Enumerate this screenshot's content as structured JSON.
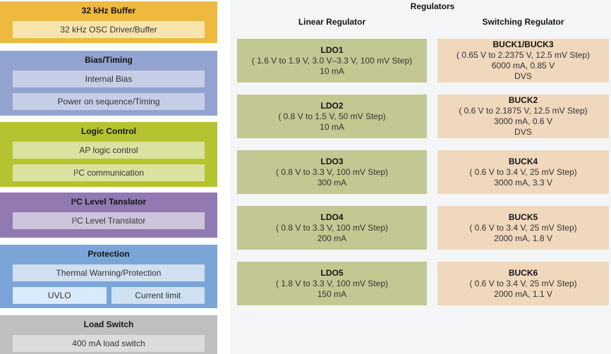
{
  "left_blocks": [
    {
      "title": "32 kHz Buffer",
      "items": [
        "32 kHz OSC Driver/Buffer"
      ]
    },
    {
      "title": "Bias/Timing",
      "items": [
        "Internal Bias",
        "Power on sequence/Timing"
      ]
    },
    {
      "title": "Logic Control",
      "items": [
        "AP logic control",
        "I²C communication"
      ]
    },
    {
      "title": "I²C Level Tanslator",
      "items": [
        "I²C Level Translator"
      ]
    },
    {
      "title": "Protection",
      "items": [
        "Thermal Warning/Protection"
      ],
      "split_items": [
        "UVLO",
        "Current limit"
      ]
    },
    {
      "title": "Load Switch",
      "items": [
        "400 mA load switch"
      ]
    }
  ],
  "regulators": {
    "title": "Regulators",
    "columns": [
      {
        "header": "Linear Regulator",
        "boxes": [
          {
            "name": "LDO1",
            "lines": [
              "( 1.6 V to 1.9 V, 3.0 V–3.3 V, 100 mV Step)",
              "10 mA"
            ]
          },
          {
            "name": "LDO2",
            "lines": [
              "( 0.8 V to 1.5 V, 50 mV Step)",
              "10 mA"
            ]
          },
          {
            "name": "LDO3",
            "lines": [
              "( 0.8 V to 3.3 V, 100 mV Step)",
              "300 mA"
            ]
          },
          {
            "name": "LDO4",
            "lines": [
              "( 0.8 V to 3.3 V, 100 mV Step)",
              "200 mA"
            ]
          },
          {
            "name": "LDO5",
            "lines": [
              "( 1.8 V to 3.3 V, 100 mV Step)",
              "150 mA"
            ]
          }
        ]
      },
      {
        "header": "Switching Regulator",
        "boxes": [
          {
            "name": "BUCK1/BUCK3",
            "lines": [
              "( 0.65 V to 2.2375 V, 12.5 mV Step)",
              "6000 mA, 0.85 V",
              "DVS"
            ]
          },
          {
            "name": "BUCK2",
            "lines": [
              "( 0.6 V to 2.1875 V, 12.5 mV Step)",
              "3000 mA, 0.6 V",
              "DVS"
            ]
          },
          {
            "name": "BUCK4",
            "lines": [
              "( 0.6 V to 3.4 V, 25 mV Step)",
              "3000 mA, 3.3 V"
            ]
          },
          {
            "name": "BUCK5",
            "lines": [
              "( 0.6 V to 3.4 V, 25 mV Step)",
              "2000 mA, 1.8 V"
            ]
          },
          {
            "name": "BUCK6",
            "lines": [
              "( 0.6 V to 3.4 V, 25 mV Step)",
              "2000 mA, 1.1 V"
            ]
          }
        ]
      }
    ]
  },
  "colors": {
    "buffer_block": "#efb93f",
    "buffer_item": "#f9e5ab",
    "bias_block": "#92a3d0",
    "bias_item": "#c6cde6",
    "logic_block": "#b5c331",
    "logic_item": "#dbe2a1",
    "i2c_block": "#9279b2",
    "i2c_item": "#cdc4dc",
    "protection_block": "#7aa5d6",
    "protection_item": "#d0e0f1",
    "uvlo_item": "#d9eafb",
    "current_limit_item": "#cfe0f1",
    "load_block": "#bfbfbf",
    "load_item": "#dcdcdc",
    "ldo_box": "#c3c892",
    "buck_box": "#f0d8bd",
    "panel_bg": "#f4f5f6"
  }
}
